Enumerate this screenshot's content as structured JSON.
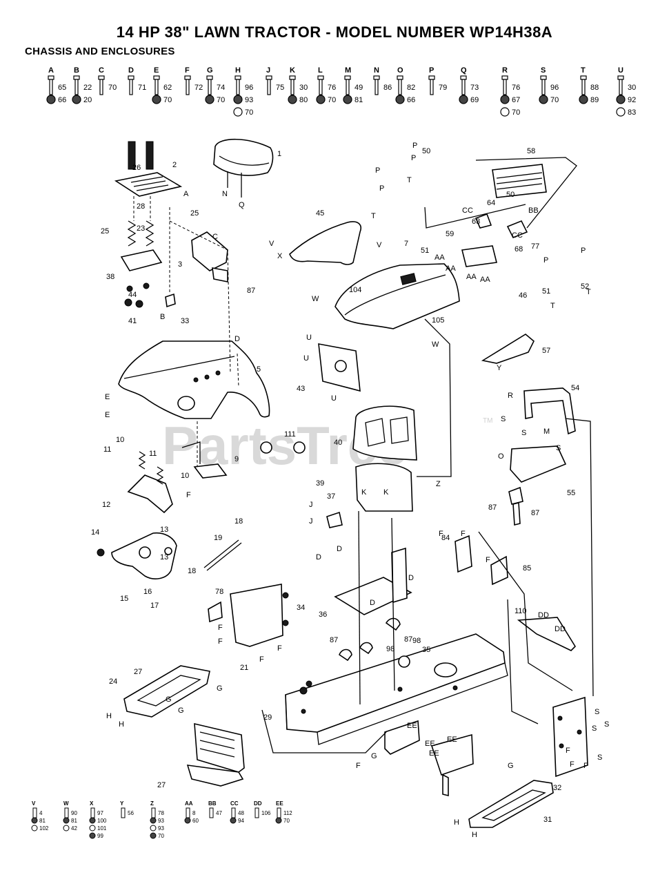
{
  "title": "14 HP 38\" LAWN TRACTOR - MODEL NUMBER WP14H38A",
  "subtitle": "CHASSIS AND ENCLOSURES",
  "watermark": {
    "text": "PartsTree",
    "tm": "TM"
  },
  "hardware_top": [
    {
      "letter": "A",
      "nums": [
        "65",
        "66"
      ]
    },
    {
      "letter": "B",
      "nums": [
        "22",
        "20"
      ]
    },
    {
      "letter": "C",
      "nums": [
        "70"
      ]
    },
    {
      "letter": "D",
      "nums": [
        "71"
      ]
    },
    {
      "letter": "E",
      "nums": [
        "62",
        "70"
      ]
    },
    {
      "letter": "F",
      "nums": [
        "72"
      ]
    },
    {
      "letter": "G",
      "nums": [
        "74",
        "70"
      ]
    },
    {
      "letter": "H",
      "nums": [
        "96",
        "93",
        "70"
      ]
    },
    {
      "letter": "J",
      "nums": [
        "75"
      ]
    },
    {
      "letter": "K",
      "nums": [
        "30",
        "80"
      ]
    },
    {
      "letter": "L",
      "nums": [
        "76",
        "70"
      ]
    },
    {
      "letter": "M",
      "nums": [
        "49",
        "81"
      ]
    },
    {
      "letter": "N",
      "nums": [
        "86"
      ]
    },
    {
      "letter": "O",
      "nums": [
        "82",
        "66"
      ]
    },
    {
      "letter": "P",
      "nums": [
        "79"
      ]
    },
    {
      "letter": "Q",
      "nums": [
        "73",
        "69"
      ]
    },
    {
      "letter": "R",
      "nums": [
        "76",
        "67",
        "70"
      ]
    },
    {
      "letter": "S",
      "nums": [
        "96",
        "70"
      ]
    },
    {
      "letter": "T",
      "nums": [
        "88",
        "89"
      ]
    },
    {
      "letter": "U",
      "nums": [
        "30",
        "92",
        "83"
      ]
    }
  ],
  "hardware_bottom": [
    {
      "letter": "V",
      "nums": [
        "4",
        "81",
        "102"
      ]
    },
    {
      "letter": "W",
      "nums": [
        "90",
        "81",
        "42"
      ]
    },
    {
      "letter": "X",
      "nums": [
        "97",
        "100",
        "101",
        "99"
      ]
    },
    {
      "letter": "Y",
      "nums": [
        "56"
      ]
    },
    {
      "letter": "Z",
      "nums": [
        "78",
        "93",
        "93",
        "70"
      ]
    },
    {
      "letter": "AA",
      "nums": [
        "8",
        "60"
      ]
    },
    {
      "letter": "BB",
      "nums": [
        "47"
      ]
    },
    {
      "letter": "CC",
      "nums": [
        "48",
        "94"
      ]
    },
    {
      "letter": "DD",
      "nums": [
        "106"
      ]
    },
    {
      "letter": "EE",
      "nums": [
        "112",
        "70"
      ]
    }
  ],
  "callouts": [
    "1",
    "2",
    "3",
    "5",
    "7",
    "9",
    "10",
    "10",
    "11",
    "11",
    "12",
    "13",
    "13",
    "14",
    "15",
    "16",
    "17",
    "18",
    "18",
    "19",
    "21",
    "23",
    "24",
    "25",
    "25",
    "26",
    "27",
    "27",
    "28",
    "29",
    "31",
    "32",
    "33",
    "34",
    "35",
    "36",
    "37",
    "38",
    "39",
    "40",
    "41",
    "43",
    "44",
    "45",
    "46",
    "50",
    "50",
    "51",
    "51",
    "52",
    "54",
    "55",
    "57",
    "58",
    "59",
    "63",
    "64",
    "68",
    "77",
    "78",
    "84",
    "85",
    "87",
    "87",
    "87",
    "87",
    "87",
    "98",
    "98",
    "104",
    "105",
    "110",
    "111"
  ],
  "letter_refs": [
    "N",
    "Q",
    "A",
    "C",
    "B",
    "D",
    "E",
    "E",
    "F",
    "P",
    "P",
    "P",
    "P",
    "T",
    "T",
    "CC",
    "BB",
    "CC",
    "V",
    "X",
    "Y",
    "V",
    "W",
    "W",
    "AA",
    "AA",
    "AA",
    "AA",
    "P",
    "P",
    "T",
    "T",
    "U",
    "U",
    "U",
    "R",
    "S",
    "M",
    "S",
    "S",
    "O",
    "Z",
    "K",
    "K",
    "J",
    "J",
    "D",
    "D",
    "D",
    "D",
    "F",
    "F",
    "F",
    "F",
    "F",
    "F",
    "F",
    "DD",
    "DD",
    "G",
    "G",
    "G",
    "H",
    "H",
    "H",
    "H",
    "S",
    "S",
    "S",
    "EE",
    "EE",
    "EE",
    "EE",
    "F",
    "F",
    "F",
    "F",
    "S",
    "G",
    "G"
  ]
}
